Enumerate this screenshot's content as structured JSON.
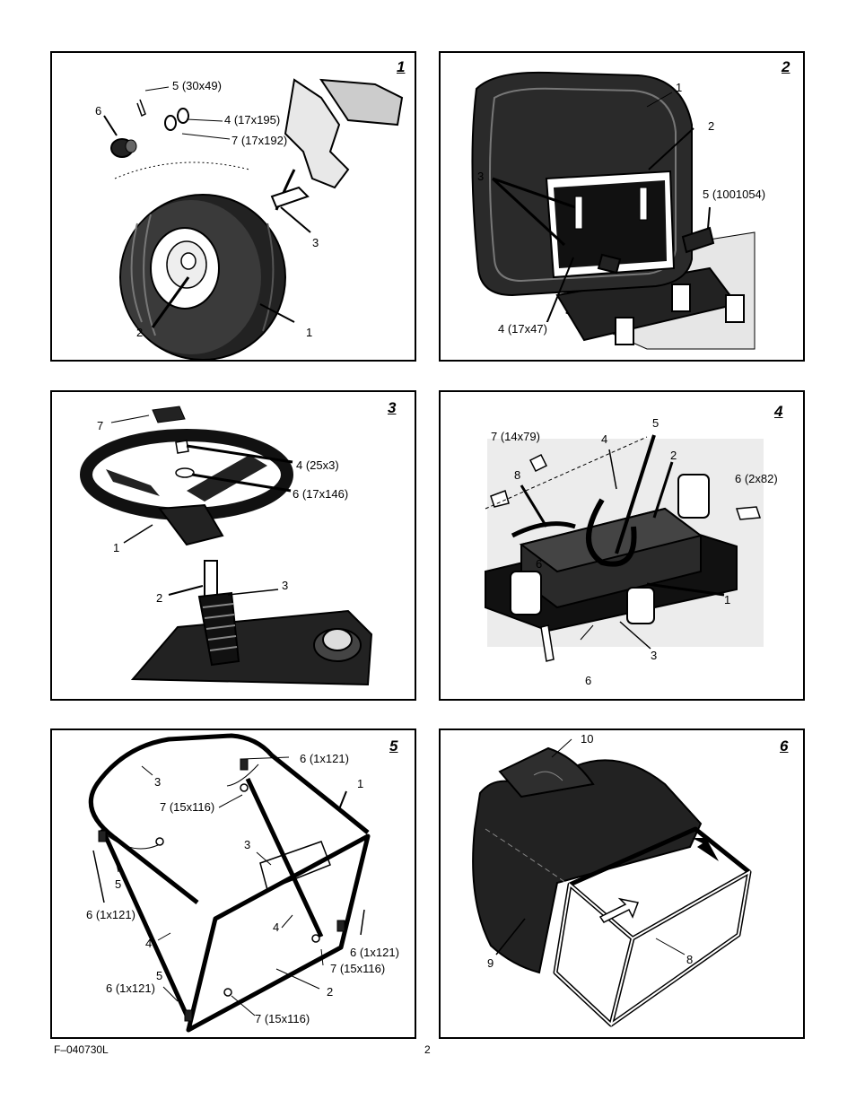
{
  "panels": [
    {
      "number": "1",
      "labels": [
        "5 (30x49)",
        "6",
        "4 (17x195)",
        "7 (17x192)",
        "3",
        "2",
        "1"
      ]
    },
    {
      "number": "2",
      "labels": [
        "1",
        "2",
        "3",
        "5 (1001054)",
        "4 (17x47)"
      ]
    },
    {
      "number": "3",
      "labels": [
        "7",
        "4 (25x3)",
        "6 (17x146)",
        "1",
        "2",
        "3"
      ]
    },
    {
      "number": "4",
      "labels": [
        "5",
        "7 (14x79)",
        "4",
        "2",
        "8",
        "6 (2x82)",
        "6",
        "1",
        "3",
        "6"
      ]
    },
    {
      "number": "5",
      "labels": [
        "6 (1x121)",
        "3",
        "1",
        "7 (15x116)",
        "3",
        "5",
        "6 (1x121)",
        "4",
        "4",
        "6 (1x121)",
        "5",
        "6 (1x121)",
        "7 (15x116)",
        "2",
        "7 (15x116)"
      ]
    },
    {
      "number": "6",
      "labels": [
        "10",
        "9",
        "8"
      ]
    }
  ],
  "footer": {
    "code": "F–040730L",
    "page": "2"
  }
}
